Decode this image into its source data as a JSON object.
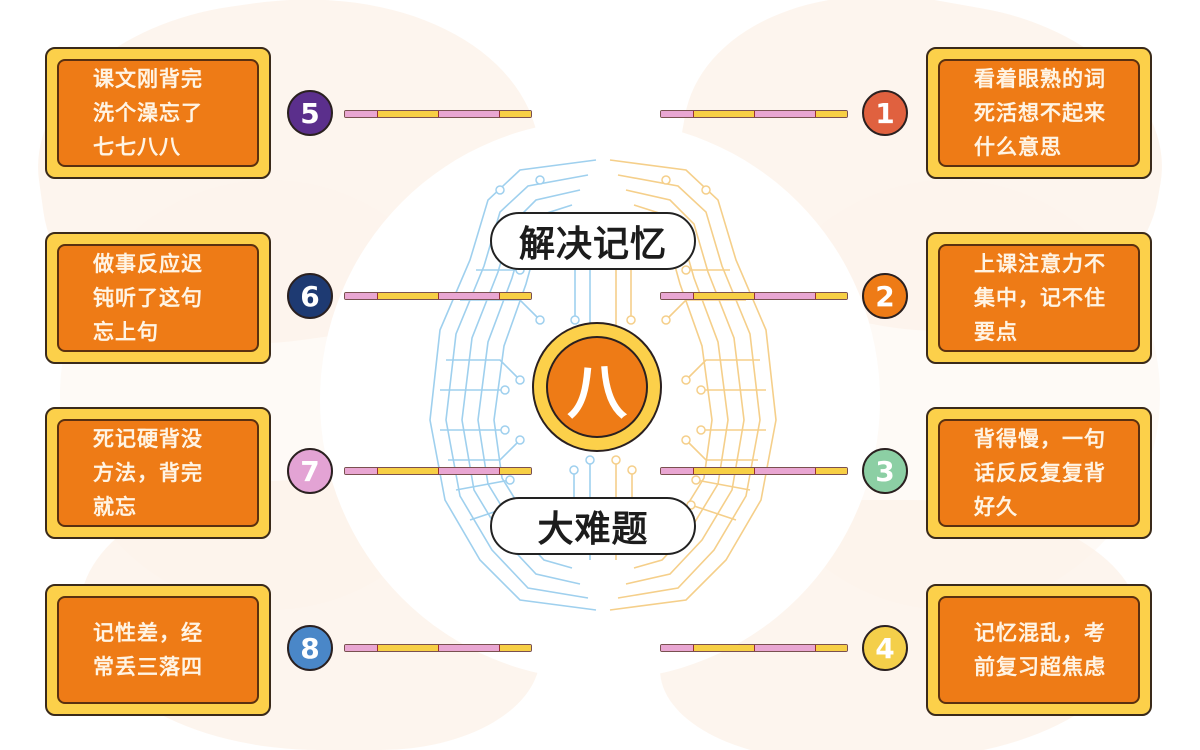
{
  "title": {
    "top_pill": "解决记忆",
    "center_char": "八",
    "bottom_pill": "大难题"
  },
  "colors": {
    "card_outer": "#fcd04a",
    "card_inner": "#ee7b16",
    "card_text": "#fff4e4",
    "bar_pink": "#e9a6d2",
    "bar_yellow": "#f7cf45",
    "brain_left": "#9fd0ee",
    "brain_right": "#f5cf8a",
    "background_blob": "#fcf3ea"
  },
  "problems": [
    {
      "number": "1",
      "color": "#e0613f",
      "lines": [
        "看着眼熟的词",
        "死活想不起来",
        "什么意思"
      ]
    },
    {
      "number": "2",
      "color": "#ee7b16",
      "lines": [
        "上课注意力不",
        "集中，记不住",
        "要点"
      ]
    },
    {
      "number": "3",
      "color": "#8ccfa4",
      "lines": [
        "背得慢，一句",
        "话反反复复背",
        "好久"
      ]
    },
    {
      "number": "4",
      "color": "#f4cf4a",
      "lines": [
        "记忆混乱，考",
        "前复习超焦虑"
      ]
    },
    {
      "number": "5",
      "color": "#5b2f8c",
      "lines": [
        "课文刚背完",
        "洗个澡忘了",
        "七七八八"
      ]
    },
    {
      "number": "6",
      "color": "#1e3a72",
      "lines": [
        "做事反应迟",
        "钝听了这句",
        "忘上句"
      ]
    },
    {
      "number": "7",
      "color": "#e3a3d4",
      "lines": [
        "死记硬背没",
        "方法，背完",
        "就忘"
      ]
    },
    {
      "number": "8",
      "color": "#4a87c8",
      "lines": [
        "记性差，经",
        "常丢三落四"
      ]
    }
  ]
}
